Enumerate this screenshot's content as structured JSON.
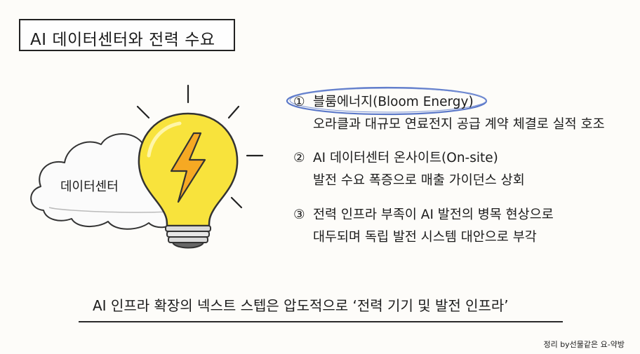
{
  "title": "AI 데이터센터와 전력 수요",
  "cloud_label": "데이터센터",
  "items": [
    {
      "num": "①",
      "heading": "블룸에너지(Bloom Energy)",
      "detail": "오라클과 대규모 연료전지 공급 계약 체결로 실적 호조"
    },
    {
      "num": "②",
      "heading": "AI 데이터센터 온사이트(On-site)",
      "detail": "발전 수요 폭증으로 매출 가이던스 상회"
    },
    {
      "num": "③",
      "heading": "전력 인프라 부족이 AI 발전의 병목 현상으로",
      "detail": "대두되며 독립 발전 시스템 대안으로 부각"
    }
  ],
  "conclusion": "AI 인프라 확장의 넥스트 스텝은 압도적으로 ‘전력 기기 및 발전 인프라’",
  "credit": "정리 by선물같은 요-약방",
  "colors": {
    "bulb_yellow": "#f8e33c",
    "highlight_blue": "#5b78c9",
    "ink": "#1c1c1c"
  },
  "icons": [
    "light-bulb-icon",
    "lightning-bolt-icon",
    "cloud-icon"
  ]
}
